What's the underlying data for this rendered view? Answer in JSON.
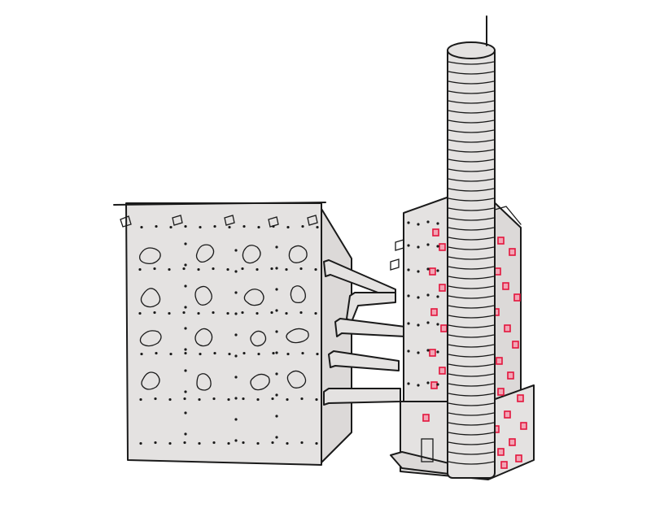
{
  "scene": {
    "description_shown": false,
    "colors": {
      "wall": "#e4e2e1",
      "wall_shade": "#dcd9d8",
      "ink": "#1a1a1a",
      "accent": "#e3143c",
      "background": "#ffffff"
    },
    "left_block": {
      "hold_rows": 4,
      "hold_cols": 4
    },
    "tower": {
      "window_count_visible": 30
    }
  }
}
